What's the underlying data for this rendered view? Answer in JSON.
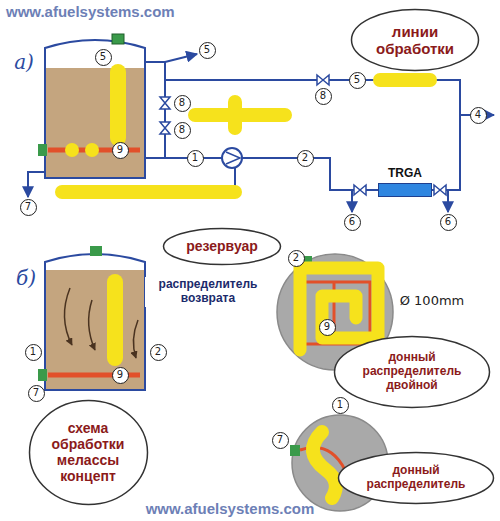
{
  "diagram": {
    "nodes": [
      {
        "text": [
          "линии обработки"
        ]
      },
      {
        "text": [
          "TRGA"
        ]
      },
      {
        "text": [
          "резервуар"
        ]
      },
      {
        "text": [
          "донный распределитель двойной"
        ]
      },
      {
        "text": [
          "схема обработки мелассы концепт"
        ]
      },
      {
        "text": [
          "донный распределитель"
        ]
      }
    ],
    "labels": [
      "www.afuelsystems.com",
      "а)",
      "5",
      "5",
      "8",
      "8",
      "5",
      "8",
      "9",
      "1",
      "2",
      "4",
      "6",
      "6",
      "7",
      "б)",
      "распределитель возврата",
      "1",
      "2",
      "7",
      "9",
      "2",
      "9",
      "Ø 100mm",
      "1",
      "7",
      "www.afuelsystems.com"
    ]
  }
}
